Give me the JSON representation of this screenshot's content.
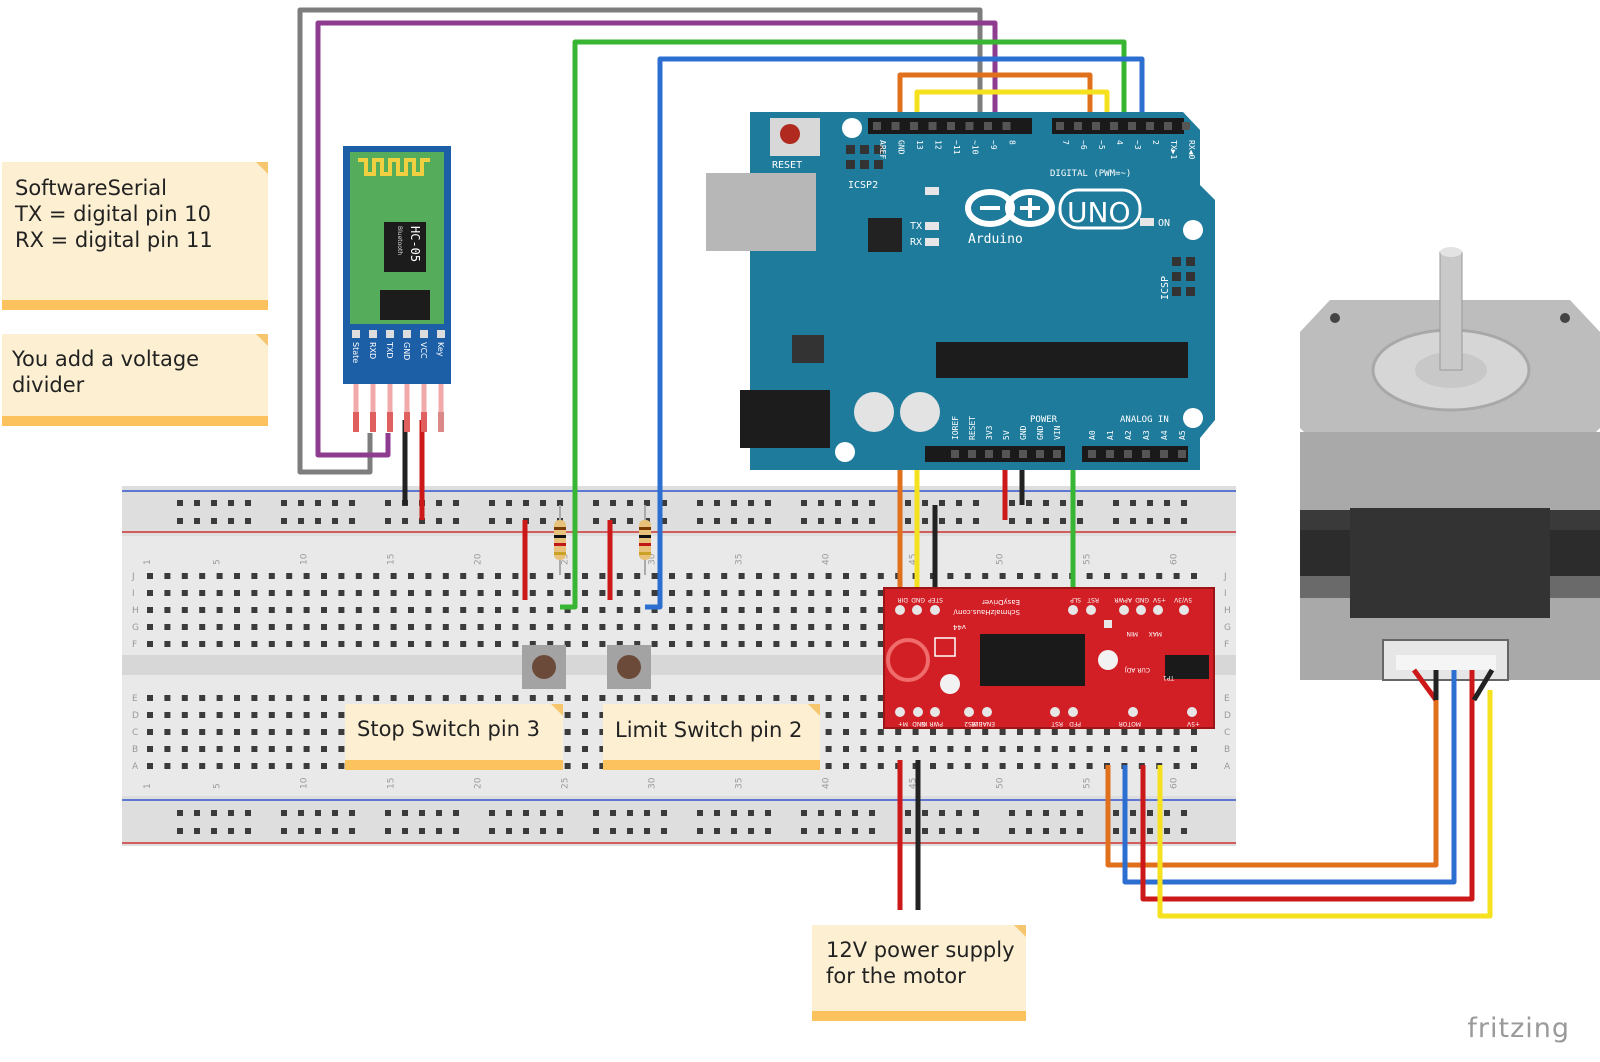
{
  "notes": {
    "software_serial": [
      "SoftwareSerial",
      "TX = digital pin 10",
      "RX = digital pin 11"
    ],
    "voltage_divider": [
      "You add a voltage",
      "divider"
    ],
    "stop_switch": "Stop Switch pin 3",
    "limit_switch": "Limit Switch pin 2",
    "power_supply": [
      "12V power supply",
      "for the motor"
    ]
  },
  "arduino": {
    "reset": "RESET",
    "icsp2": "ICSP2",
    "icsp": "ICSP",
    "on": "ON",
    "brand": "Arduino",
    "model": "UNO",
    "digital_header": "DIGITAL (PWM=~)",
    "power_header": "POWER",
    "analog_header": "ANALOG IN",
    "digital_pins": [
      "AREF",
      "GND",
      "13",
      "12",
      "~11",
      "~10",
      "~9",
      "8",
      "7",
      "~6",
      "~5",
      "4",
      "~3",
      "2",
      "TX▶1",
      "RX◀0"
    ],
    "power_pins": [
      "IOREF",
      "RESET",
      "3V3",
      "5V",
      "GND",
      "GND",
      "VIN"
    ],
    "analog_pins": [
      "A0",
      "A1",
      "A2",
      "A3",
      "A4",
      "A5"
    ],
    "tx_label": "TX",
    "rx_label": "RX"
  },
  "bluetooth": {
    "model": "HC-05",
    "subtitle": "Bluetooth",
    "pins": [
      "State",
      "RXD",
      "TXD",
      "GND",
      "VCC",
      "Key"
    ]
  },
  "driver": {
    "top_pins": [
      "DIR",
      "GND",
      "STEP",
      "SLP",
      "RST",
      "APWR",
      "GND",
      "+5V",
      "5V/3V"
    ],
    "bottom_pins": [
      "M+",
      "GND",
      "PWR IN",
      "ENABLE",
      "MS2",
      "PFD",
      "RST",
      "MOTOR",
      "+5V"
    ],
    "brand_line1": "SchmalzHaus.com/",
    "brand_line2": "EasyDriver",
    "version": "v44",
    "labels": [
      "MIN",
      "MAX",
      "CUR ADJ",
      "TP1"
    ]
  },
  "breadboard": {
    "column_numbers": [
      "1",
      "5",
      "10",
      "15",
      "20",
      "25",
      "30",
      "35",
      "40",
      "45",
      "50",
      "55",
      "60"
    ],
    "row_letters_top": [
      "J",
      "I",
      "H",
      "G",
      "F"
    ],
    "row_letters_bottom": [
      "E",
      "D",
      "C",
      "B",
      "A"
    ]
  },
  "wire_colors": {
    "gray": "#7d7d7d",
    "purple": "#8e3c8f",
    "green": "#39b534",
    "blue": "#2c6fd1",
    "orange": "#e0701c",
    "yellow": "#f5e11d",
    "red": "#cc1818",
    "black": "#222222"
  },
  "branding": "fritzing"
}
